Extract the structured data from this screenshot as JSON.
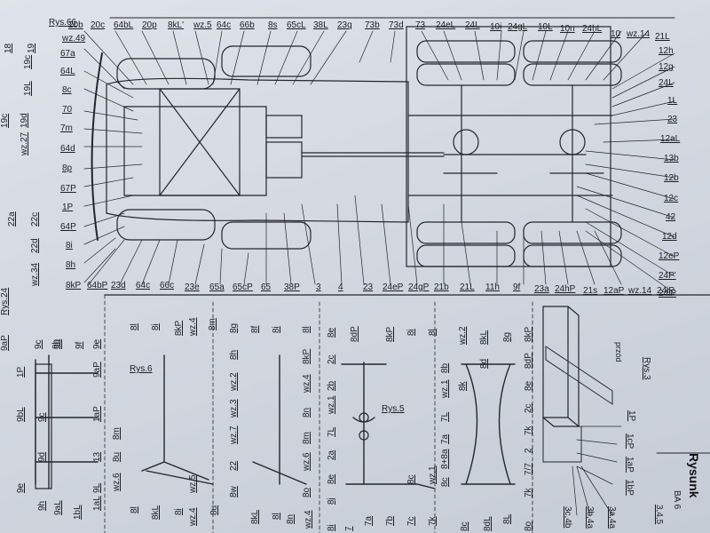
{
  "top_labels": [
    "20b",
    "20c",
    "64bL",
    "20p",
    "8kL'",
    "wz.5",
    "64c",
    "66b",
    "8s",
    "65cL",
    "38L",
    "23q",
    "73b",
    "73d",
    "73",
    "24eL",
    "24L",
    "10i",
    "24gL",
    "10L",
    "10n",
    "24hL",
    "10",
    "wz.14",
    "21L"
  ],
  "left_labels": [
    "Rys.66",
    "wz.49",
    "67a",
    "64L",
    "8c",
    "70",
    "7m",
    "64d",
    "8p",
    "67P",
    "1P",
    "64P",
    "8i",
    "8h",
    "8kP"
  ],
  "right_labels": [
    "12h",
    "12g",
    "24L",
    "1L",
    "23",
    "12aL",
    "13b",
    "12b",
    "12c",
    "42",
    "12d",
    "12eP",
    "24P'",
    "24iP"
  ],
  "bottom_labels": [
    "64bP",
    "23d",
    "64c",
    "66c",
    "23e",
    "65a",
    "65cP",
    "65",
    "38P",
    "3",
    "4",
    "23",
    "24eP",
    "24gP",
    "21b",
    "21L",
    "11h",
    "9f",
    "23a",
    "24hP",
    "21s",
    "12aP",
    "wz.14",
    "24iP"
  ],
  "edge_labels": [
    "18",
    "19",
    "19c",
    "19L",
    "19c",
    "19d",
    "wz.27",
    "22c",
    "22a",
    "22d",
    "wz.34",
    "Rys.24",
    "9aP"
  ],
  "panel_a": {
    "top": [
      "9c",
      "9b",
      "9h",
      "9f",
      "9e",
      "9aP"
    ],
    "mid": [
      "1P",
      "9bL",
      "9c",
      "9d",
      "9e",
      "9h",
      "9L",
      "1L",
      "13",
      "1aP",
      "1aL",
      "9aL",
      "1bL"
    ]
  },
  "panel_b": {
    "title": "Rys.6",
    "top": [
      "8l",
      "8i",
      "8kP",
      "8m",
      "wz.4"
    ],
    "mid": [
      "8m",
      "8u",
      "wz.6",
      "8l",
      "8kL",
      "8i",
      "wz.5",
      "wz.4",
      "8u"
    ]
  },
  "panel_c": {
    "top": [
      "8g",
      "8h",
      "wz.2",
      "8f",
      "8i",
      "8l",
      "8kP",
      "wz.4",
      "8n",
      "wz.6",
      "8o",
      "22",
      "8m",
      "wz.3",
      "wz.7",
      "8w",
      "8kL",
      "8l",
      "8n",
      "wz.4"
    ]
  },
  "panel_d": {
    "title": "Rys.5",
    "top": [
      "8e",
      "8dP",
      "8kP",
      "8i",
      "8l",
      "2c",
      "2b",
      "wz.1",
      "7L",
      "2a",
      "8e",
      "7a",
      "7b",
      "8c",
      "7c",
      "7k",
      "wz.1",
      "8j",
      "8i",
      "7"
    ]
  },
  "panel_e": {
    "top": [
      "wz.2",
      "8b",
      "8kP",
      "8g",
      "8dP",
      "8e",
      "wz.1",
      "2c",
      "7L",
      "7k",
      "2",
      "7/7",
      "7k",
      "8L",
      "8o",
      "8c",
      "8dL",
      "8kL",
      "8d",
      "8k",
      "wz.2",
      "7a",
      "8+8a",
      "8c"
    ]
  },
  "panel_f": {
    "title": "Rys.3",
    "direction": "przód",
    "labels": [
      "1P",
      "1cP",
      "1aP",
      "1bP",
      "3c,4b",
      "3b,4a",
      "3a,4a",
      "3,4,5"
    ]
  },
  "corner": {
    "title": "Rysunk",
    "sub": "BA 6"
  }
}
